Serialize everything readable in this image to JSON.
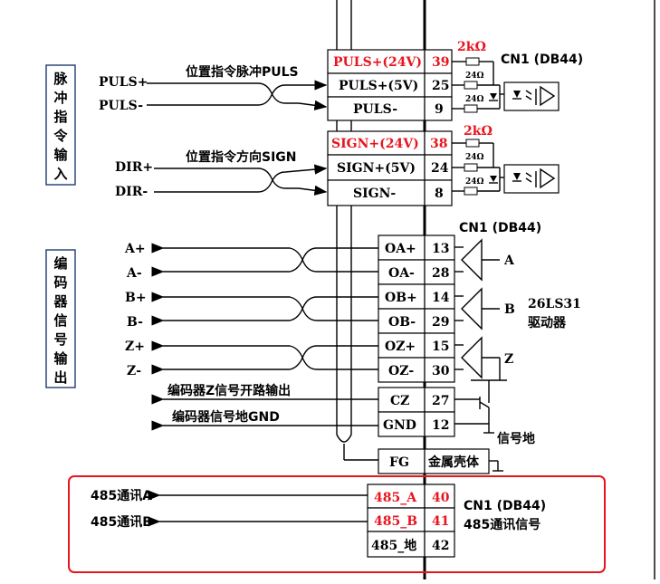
{
  "side_labels": {
    "pulse_input": [
      "脉",
      "冲",
      "指",
      "令",
      "输",
      "入"
    ],
    "encoder_output": [
      "编",
      "码",
      "器",
      "信",
      "号",
      "输",
      "出"
    ]
  },
  "pulse_section": {
    "caption": "位置指令脉冲PULS",
    "left_pos": "PULS+",
    "left_neg": "PULS-",
    "resistor_label": "2kΩ",
    "r1": "24Ω",
    "r2": "24Ω",
    "connector": "CN1 (DB44)",
    "rows": [
      {
        "name": "PULS+(24V)",
        "pin": "39",
        "red": true
      },
      {
        "name": "PULS+(5V)",
        "pin": "25",
        "red": false
      },
      {
        "name": "PULS-",
        "pin": "9",
        "red": false
      }
    ]
  },
  "dir_section": {
    "caption": "位置指令方向SIGN",
    "left_pos": "DIR+",
    "left_neg": "DIR-",
    "resistor_label": "2kΩ",
    "r1": "24Ω",
    "r2": "24Ω",
    "rows": [
      {
        "name": "SIGN+(24V)",
        "pin": "38",
        "red": true
      },
      {
        "name": "SIGN+(5V)",
        "pin": "24",
        "red": false
      },
      {
        "name": "SIGN-",
        "pin": "8",
        "red": false
      }
    ]
  },
  "encoder_section": {
    "connector": "CN1 (DB44)",
    "driver_model": "26LS31",
    "driver_label": "驱动器",
    "channels": [
      "A",
      "B",
      "Z"
    ],
    "left_labels": [
      "A+",
      "A-",
      "B+",
      "B-",
      "Z+",
      "Z-"
    ],
    "rows": [
      {
        "name": "OA+",
        "pin": "13"
      },
      {
        "name": "OA-",
        "pin": "28"
      },
      {
        "name": "OB+",
        "pin": "14"
      },
      {
        "name": "OB-",
        "pin": "29"
      },
      {
        "name": "OZ+",
        "pin": "15"
      },
      {
        "name": "OZ-",
        "pin": "30"
      },
      {
        "name": "CZ",
        "pin": "27"
      },
      {
        "name": "GND",
        "pin": "12"
      }
    ],
    "cz_caption": "编码器Z信号开路输出",
    "gnd_caption": "编码器信号地GND",
    "signal_ground": "信号地"
  },
  "fg_row": {
    "name": "FG",
    "desc": "金属壳体"
  },
  "rs485_section": {
    "left_a": "485通讯A",
    "left_b": "485通讯B",
    "connector": "CN1 (DB44)",
    "label": "485通讯信号",
    "rows": [
      {
        "name": "485_A",
        "pin": "40",
        "red": true
      },
      {
        "name": "485_B",
        "pin": "41",
        "red": true
      },
      {
        "name": "485_地",
        "pin": "42",
        "red": false
      }
    ]
  },
  "colors": {
    "accent_red": "#e8141e",
    "ink": "#000000"
  }
}
